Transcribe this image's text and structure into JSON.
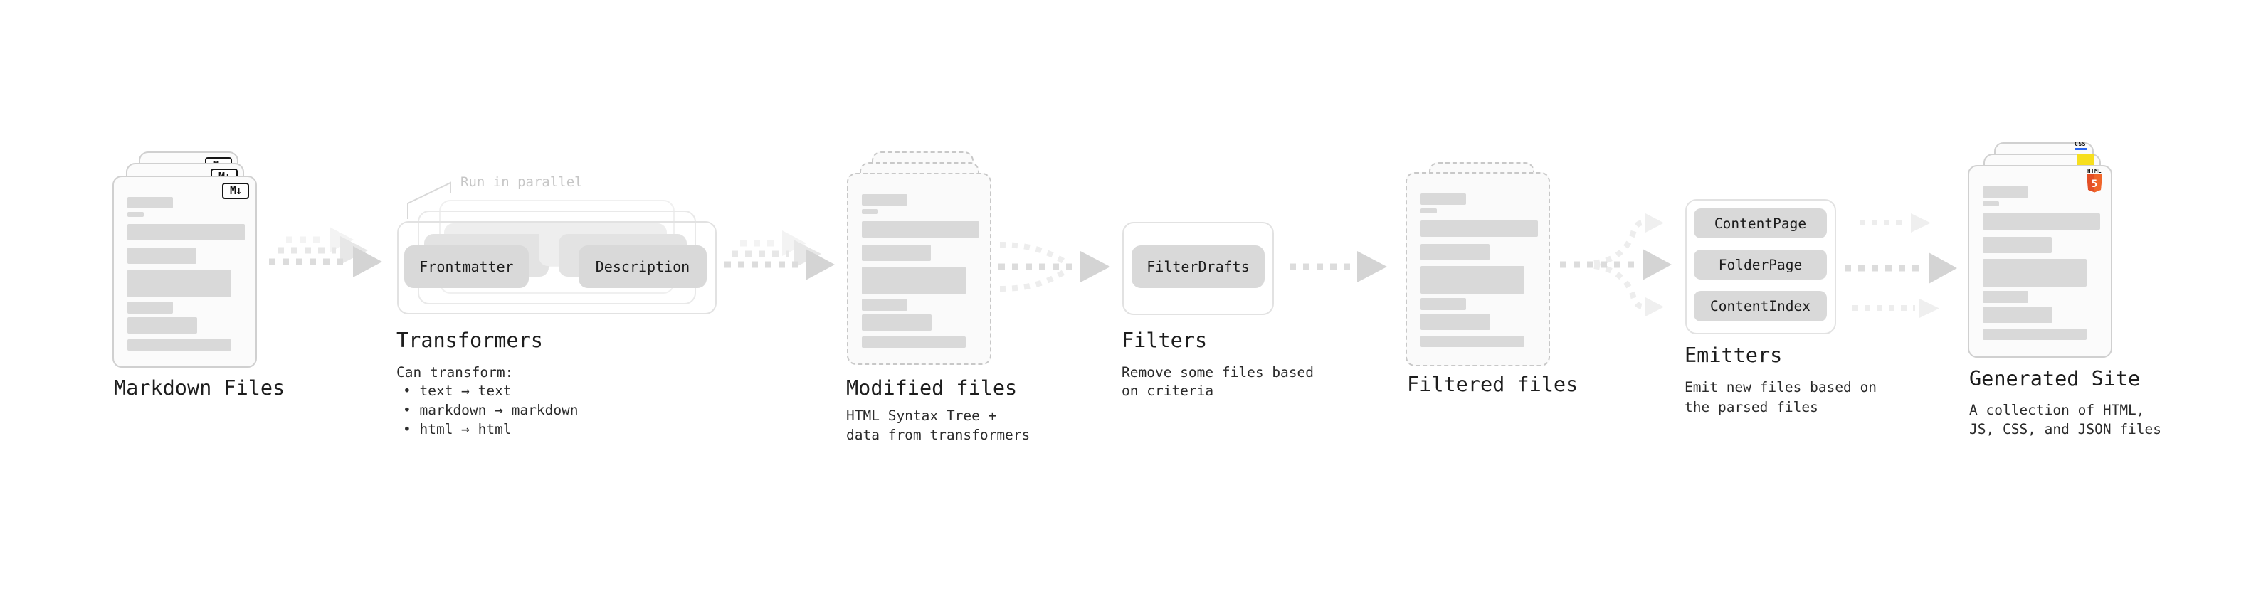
{
  "nodes": {
    "markdown_files": {
      "label": "Markdown Files",
      "badge_icon": "markdown-icon",
      "badge_text": "M↓"
    },
    "transformers": {
      "heading": "Transformers",
      "parallel_note": "Run in parallel",
      "chips": [
        "Frontmatter",
        "Description"
      ],
      "desc_title": "Can transform:",
      "desc_bullets": [
        "• text → text",
        "• markdown → markdown",
        "• html → html"
      ]
    },
    "modified_files": {
      "label": "Modified files",
      "desc_lines": [
        "HTML Syntax Tree +",
        "data from transformers"
      ]
    },
    "filters": {
      "heading": "Filters",
      "chips": [
        "FilterDrafts"
      ],
      "desc_lines": [
        "Remove some files based",
        "on criteria"
      ]
    },
    "filtered_files": {
      "label": "Filtered files"
    },
    "emitters": {
      "heading": "Emitters",
      "chips": [
        "ContentPage",
        "FolderPage",
        "ContentIndex"
      ],
      "desc_lines": [
        "Emit new files based on",
        "the parsed files"
      ]
    },
    "generated_site": {
      "label": "Generated Site",
      "desc_lines": [
        "A collection of HTML,",
        "JS, CSS, and JSON files"
      ],
      "badges": {
        "html_wordmark": "HTML",
        "html_number": "5",
        "css_wordmark": "CSS",
        "js_icon": "js-yellow-square"
      }
    }
  },
  "colors": {
    "html5_orange": "#e34f26",
    "html5_orange_light": "#f06529",
    "js_yellow": "#f7df1e",
    "css_blue": "#2965f1",
    "chip_gray": "#d9d9d9",
    "placeholder_gray": "#d9d9d9",
    "arrow_gray": "#d6d6d6"
  }
}
